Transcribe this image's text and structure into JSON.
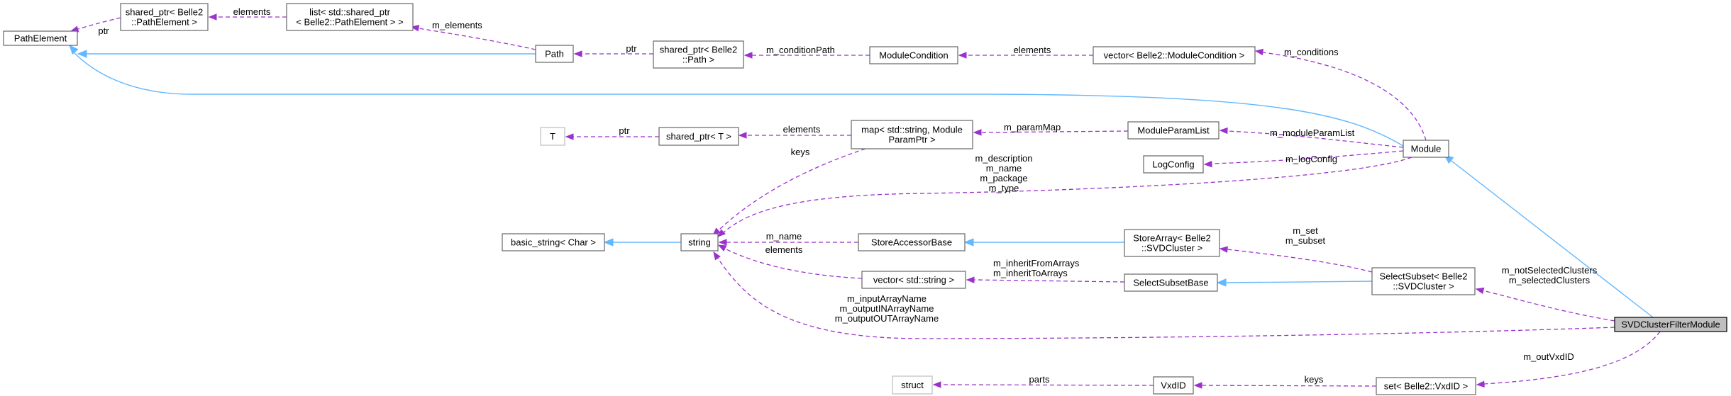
{
  "nodes": [
    {
      "id": "PathElement",
      "lines": [
        "PathElement"
      ]
    },
    {
      "id": "shared_ptr_PathElement",
      "lines": [
        "shared_ptr< Belle2",
        "::PathElement >"
      ]
    },
    {
      "id": "list_shared_ptr",
      "lines": [
        "list< std::shared_ptr",
        "< Belle2::PathElement > >"
      ]
    },
    {
      "id": "Path",
      "lines": [
        "Path"
      ]
    },
    {
      "id": "shared_ptr_Path",
      "lines": [
        "shared_ptr< Belle2",
        "::Path >"
      ]
    },
    {
      "id": "ModuleCondition",
      "lines": [
        "ModuleCondition"
      ]
    },
    {
      "id": "vector_ModuleCondition",
      "lines": [
        "vector< Belle2::ModuleCondition >"
      ]
    },
    {
      "id": "T",
      "lines": [
        "T"
      ]
    },
    {
      "id": "shared_ptr_T",
      "lines": [
        "shared_ptr< T >"
      ]
    },
    {
      "id": "map",
      "lines": [
        "map< std::string, Module",
        "ParamPtr >"
      ]
    },
    {
      "id": "ModuleParamList",
      "lines": [
        "ModuleParamList"
      ]
    },
    {
      "id": "LogConfig",
      "lines": [
        "LogConfig"
      ]
    },
    {
      "id": "Module",
      "lines": [
        "Module"
      ]
    },
    {
      "id": "basic_string",
      "lines": [
        "basic_string< Char >"
      ]
    },
    {
      "id": "string",
      "lines": [
        "string"
      ]
    },
    {
      "id": "StoreAccessorBase",
      "lines": [
        "StoreAccessorBase"
      ]
    },
    {
      "id": "StoreArray",
      "lines": [
        "StoreArray< Belle2",
        "::SVDCluster >"
      ]
    },
    {
      "id": "vector_string",
      "lines": [
        "vector< std::string >"
      ]
    },
    {
      "id": "SelectSubsetBase",
      "lines": [
        "SelectSubsetBase"
      ]
    },
    {
      "id": "SelectSubset",
      "lines": [
        "SelectSubset< Belle2",
        "::SVDCluster >"
      ]
    },
    {
      "id": "SVDClusterFilterModule",
      "lines": [
        "SVDClusterFilterModule"
      ]
    },
    {
      "id": "struct",
      "lines": [
        "struct"
      ]
    },
    {
      "id": "VxdID",
      "lines": [
        "VxdID"
      ]
    },
    {
      "id": "set_VxdID",
      "lines": [
        "set< Belle2::VxdID >"
      ]
    }
  ],
  "edges": [
    {
      "id": "e_shared_ptr_PathElement",
      "kind": "use",
      "label": [
        "ptr"
      ]
    },
    {
      "id": "e_list",
      "kind": "use",
      "label": [
        "elements"
      ]
    },
    {
      "id": "e_path_elements",
      "kind": "use",
      "label": [
        "m_elements"
      ]
    },
    {
      "id": "e_path_inherit",
      "kind": "inh",
      "label": []
    },
    {
      "id": "e_module_inherit_pathelement",
      "kind": "inh",
      "label": []
    },
    {
      "id": "e_shared_ptr_path",
      "kind": "use",
      "label": [
        "ptr"
      ]
    },
    {
      "id": "e_condition_path",
      "kind": "use",
      "label": [
        "m_conditionPath"
      ]
    },
    {
      "id": "e_vector_cond",
      "kind": "use",
      "label": [
        "elements"
      ]
    },
    {
      "id": "e_conditions",
      "kind": "use",
      "label": [
        "m_conditions"
      ]
    },
    {
      "id": "e_shared_ptr_T",
      "kind": "use",
      "label": [
        "ptr"
      ]
    },
    {
      "id": "e_map_elements",
      "kind": "use",
      "label": [
        "elements"
      ]
    },
    {
      "id": "e_param_map",
      "kind": "use",
      "label": [
        "m_paramMap"
      ]
    },
    {
      "id": "e_module_param_list",
      "kind": "use",
      "label": [
        "m_moduleParamList"
      ]
    },
    {
      "id": "e_log_config",
      "kind": "use",
      "label": [
        "m_logConfig"
      ]
    },
    {
      "id": "e_map_keys",
      "kind": "use",
      "label": [
        "keys"
      ]
    },
    {
      "id": "e_module_strings",
      "kind": "use",
      "label": [
        "m_description",
        "m_name",
        "m_package",
        "m_type"
      ]
    },
    {
      "id": "e_basic_string",
      "kind": "inh",
      "label": []
    },
    {
      "id": "e_store_name",
      "kind": "use",
      "label": [
        "m_name"
      ]
    },
    {
      "id": "e_vector_string_elements",
      "kind": "use",
      "label": [
        "elements"
      ]
    },
    {
      "id": "e_store_array_inherit",
      "kind": "inh",
      "label": []
    },
    {
      "id": "e_inherit_arrays",
      "kind": "use",
      "label": [
        "m_inheritFromArrays",
        "m_inheritToArrays"
      ]
    },
    {
      "id": "e_set_subset",
      "kind": "use",
      "label": [
        "m_set",
        "m_subset"
      ]
    },
    {
      "id": "e_select_subset_inherit",
      "kind": "inh",
      "label": []
    },
    {
      "id": "e_not_selected",
      "kind": "use",
      "label": [
        "m_notSelectedClusters",
        "m_selectedClusters"
      ]
    },
    {
      "id": "e_array_names",
      "kind": "use",
      "label": [
        "m_inputArrayName",
        "m_outputINArrayName",
        "m_outputOUTArrayName"
      ]
    },
    {
      "id": "e_module_inherit",
      "kind": "inh",
      "label": []
    },
    {
      "id": "e_parts",
      "kind": "use",
      "label": [
        "parts"
      ]
    },
    {
      "id": "e_keys_vxd",
      "kind": "use",
      "label": [
        "keys"
      ]
    },
    {
      "id": "e_out_vxdid",
      "kind": "use",
      "label": [
        "m_outVxdID"
      ]
    }
  ],
  "colors": {
    "inheritance": "#63b8ff",
    "usage": "#9a32cd",
    "highlight_fill": "#bfbfbf"
  }
}
